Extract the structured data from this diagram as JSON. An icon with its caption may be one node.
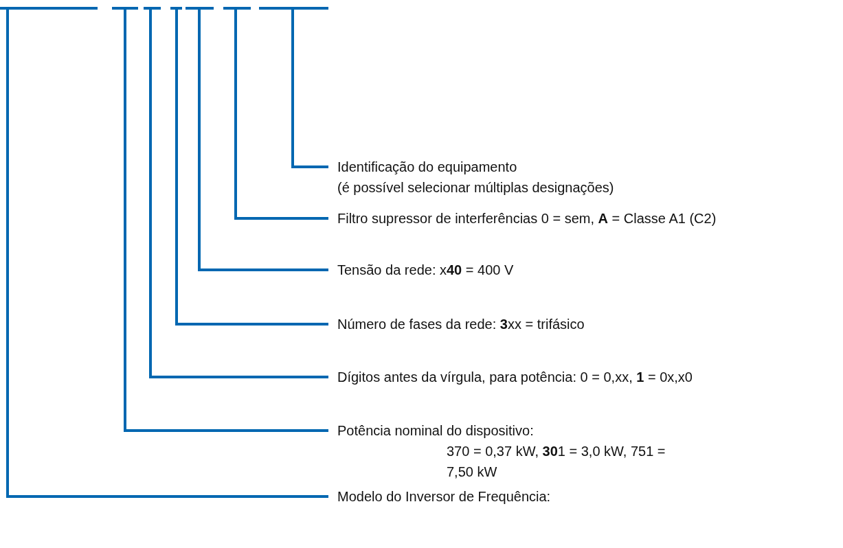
{
  "diagram": {
    "nodes": [
      {
        "text": [],
        "shape": "bar"
      },
      {
        "text": [],
        "shape": "bar"
      },
      {
        "text": [],
        "shape": "bar"
      },
      {
        "text": [],
        "shape": "bar"
      },
      {
        "text": [],
        "shape": "bar"
      },
      {
        "text": [],
        "shape": "bar"
      },
      {
        "text": [],
        "shape": "bar"
      },
      {
        "text": [
          "Identificação do equipamento",
          "(é possível selecionar múltiplas designações)"
        ]
      },
      {
        "text": [
          "Filtro supressor de interferências 0 = sem, **A** = Classe A1 (C2)"
        ]
      },
      {
        "text": [
          "Tensão da rede: x**40** = 400 V"
        ]
      },
      {
        "text": [
          "Número de fases da rede: **3**xx = trifásico"
        ]
      },
      {
        "text": [
          "Dígitos antes da vírgula, para potência: 0 = 0,xx, **1** = 0x,x0"
        ]
      },
      {
        "text": [
          "Potência nominal do dispositivo:",
          "370 = 0,37 kW, **30**1 = 3,0 kW, 751 = 7,50 kW"
        ]
      },
      {
        "text": [
          "Modelo do Inversor de Frequência:"
        ]
      }
    ],
    "edges": [
      {
        "from": 7,
        "to": 6,
        "arrow": "none"
      },
      {
        "from": 8,
        "to": 5,
        "arrow": "none"
      },
      {
        "from": 9,
        "to": 4,
        "arrow": "none"
      },
      {
        "from": 10,
        "to": 3,
        "arrow": "none"
      },
      {
        "from": 11,
        "to": 2,
        "arrow": "none"
      },
      {
        "from": 12,
        "to": 1,
        "arrow": "none"
      },
      {
        "from": 13,
        "to": 0,
        "arrow": "none"
      }
    ]
  }
}
